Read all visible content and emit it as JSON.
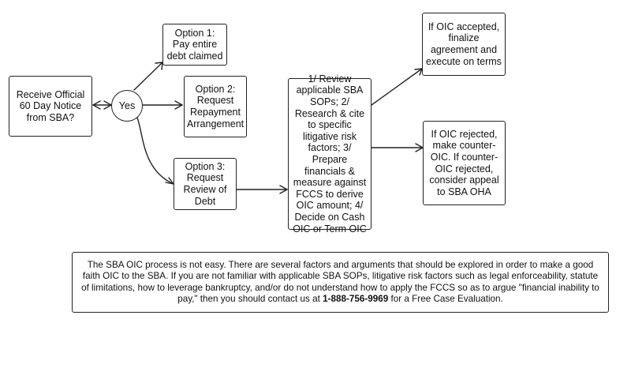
{
  "nodes": {
    "start": "Receive Official 60 Day Notice from SBA?",
    "decision": "Yes",
    "option1": "Option 1: Pay entire debt claimed",
    "option2": "Option 2: Request Repayment Arrangement",
    "option3": "Option 3: Request Review of Debt",
    "review_steps": "1/ Review applicable SBA SOPs; 2/ Research & cite to specific litigative risk factors; 3/ Prepare financials & measure against FCCS to derive OIC amount; 4/ Decide on Cash OIC or Term OIC",
    "accepted": "If OIC accepted, finalize agreement and execute on terms",
    "rejected": "If OIC rejected, make counter-OIC. If counter-OIC rejected, consider appeal to SBA OHA"
  },
  "note": {
    "text_before": "The SBA OIC process is not easy.  There are several factors and arguments that should be explored in order to make a good faith OIC to the SBA.  If you are not familiar with applicable SBA SOPs, litigative risk factors such as legal enforceability, statute of limitations, how to leverage bankruptcy, and/or do not understand how to apply the FCCS so as to argue \"financial inability to pay,\" then you should contact us at ",
    "phone": "1-888-756-9969",
    "text_after": " for a Free Case Evaluation."
  },
  "colors": {
    "stroke": "#222222",
    "background": "#ffffff",
    "text": "#111111"
  }
}
